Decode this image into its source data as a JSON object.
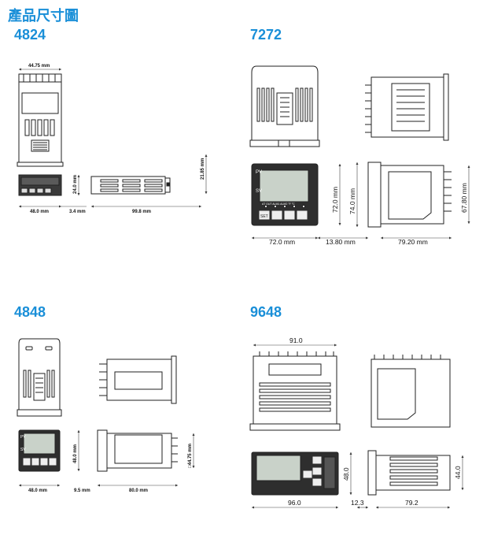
{
  "title": "產品尺寸圖",
  "colors": {
    "accent": "#1a8fd8",
    "line": "#222222",
    "dim": "#444444"
  },
  "models": [
    {
      "id": "4824",
      "name": "4824",
      "dims": {
        "top_width": "44.75 mm",
        "front_height": "24.0 mm",
        "front_width": "48.0 mm",
        "gap": "3.4 mm",
        "depth": "99.8 mm",
        "side_height": "21.85 mm"
      }
    },
    {
      "id": "7272",
      "name": "7272",
      "dims": {
        "front_width": "72.0 mm",
        "front_height": "72.0 mm",
        "body_height": "74.0 mm",
        "gap": "13.80 mm",
        "depth": "79.20 mm",
        "side_height": "67.80 mm"
      },
      "panel": {
        "pv": "PV",
        "sv": "SV",
        "indicators": "AT  OUT  ALM1 ALM2  °F  °C",
        "set": "SET"
      }
    },
    {
      "id": "4848",
      "name": "4848",
      "dims": {
        "front_width": "48.0 mm",
        "front_height": "48.0 mm",
        "gap": "9.5 mm",
        "depth": "80.0 mm",
        "panel_cut": "□44.75 mm"
      },
      "panel": {
        "pv": "PV",
        "sv": "SV"
      }
    },
    {
      "id": "9648",
      "name": "9648",
      "dims": {
        "top_width": "91.0",
        "front_width": "96.0",
        "front_height": "48.0",
        "gap": "12.3",
        "depth": "79.2",
        "side_height": "44.0"
      }
    }
  ]
}
